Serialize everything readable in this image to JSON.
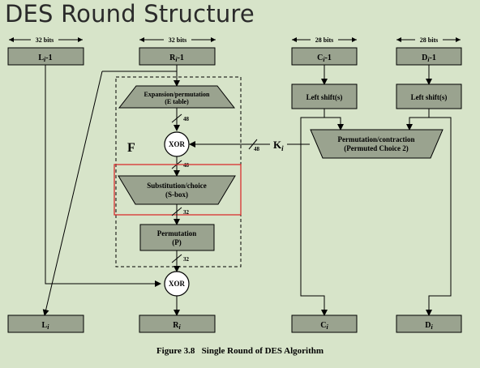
{
  "slide": {
    "title": "DES Round Structure"
  },
  "diagram": {
    "width_labels": {
      "left": "32 bits",
      "right_in": "32 bits",
      "c": "28 bits",
      "d": "28 bits"
    },
    "boxes": {
      "l_in": "L",
      "l_in_sub": "i",
      "l_in_suffix": "-1",
      "r_in": "R",
      "r_in_sub": "i",
      "r_in_suffix": "-1",
      "c_in": "C",
      "c_in_sub": "i",
      "c_in_suffix": "-1",
      "d_in": "D",
      "d_in_sub": "i",
      "d_in_suffix": "-1",
      "shift_c": "Left shift(s)",
      "shift_d": "Left shift(s)",
      "l_out": "L",
      "l_out_sub": "i",
      "r_out": "R",
      "r_out_sub": "i",
      "c_out": "C",
      "c_out_sub": "i",
      "d_out": "D",
      "d_out_sub": "i"
    },
    "expansion": {
      "line1": "Expansion/permutation",
      "line2": "(E table)"
    },
    "sbox": {
      "line1": "Substitution/choice",
      "line2": "(S-box)"
    },
    "perm": {
      "line1": "Permutation",
      "line2": "(P)"
    },
    "pc2": {
      "line1": "Permutation/contraction",
      "line2": "(Permuted Choice 2)"
    },
    "xor1": "XOR",
    "xor2": "XOR",
    "f_label": "F",
    "key": {
      "label": "K",
      "sub": "i"
    },
    "bits": {
      "e_out": "48",
      "xor_in_key": "48",
      "xor_out": "48",
      "sbox_out": "32",
      "perm_out": "32"
    },
    "caption": "Figure 3.8   Single Round of DES Algorithm",
    "highlight_color": "#d9302f"
  }
}
